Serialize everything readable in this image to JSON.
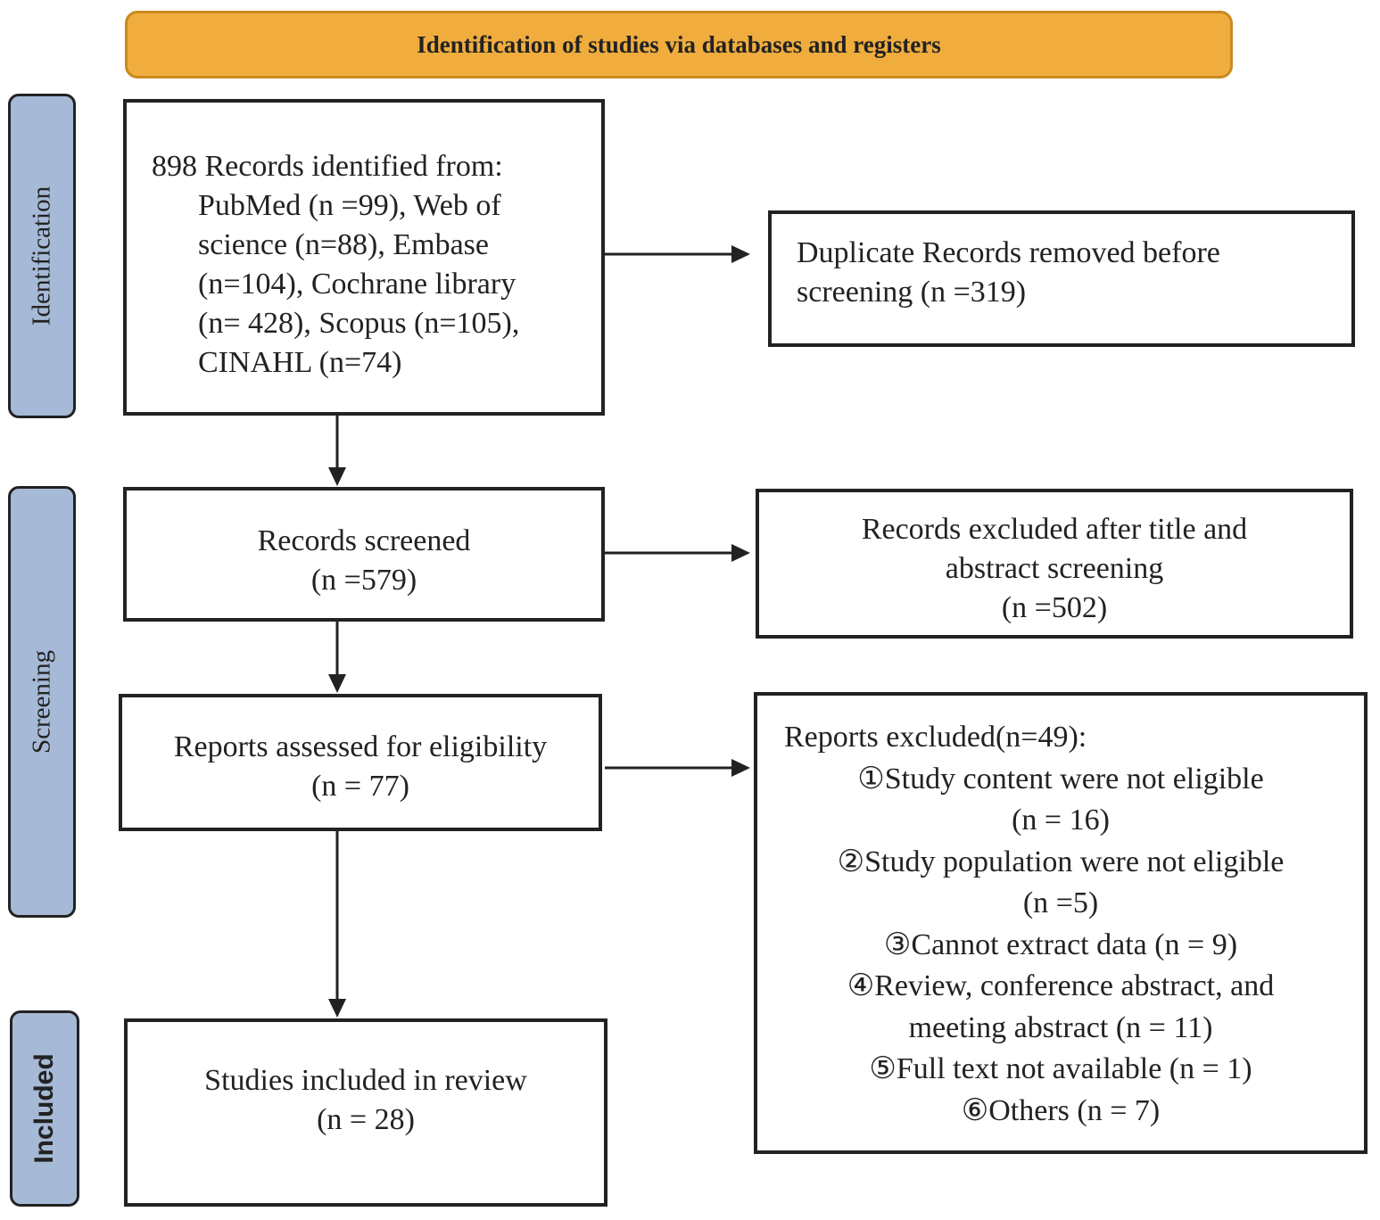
{
  "banner": {
    "title": "Identification of studies via databases and registers"
  },
  "phases": {
    "identification": "Identification",
    "screening": "Screening",
    "included": "Included"
  },
  "records_identified": {
    "heading": "898 Records identified from:",
    "lines": [
      "PubMed (n =99), Web of",
      "science (n=88), Embase",
      "(n=104), Cochrane library",
      "(n= 428), Scopus (n=105),",
      "CINAHL (n=74)"
    ]
  },
  "duplicates_removed": {
    "lines": [
      "Duplicate Records removed before",
      "screening (n =319)"
    ]
  },
  "records_screened": {
    "lines": [
      "Records screened",
      "(n =579)"
    ]
  },
  "records_excluded": {
    "lines": [
      "Records excluded after title and",
      "abstract screening",
      "(n =502)"
    ]
  },
  "reports_assessed": {
    "lines": [
      "Reports assessed for eligibility",
      "(n = 77)"
    ]
  },
  "reports_excluded": {
    "heading": "Reports excluded(n=49):",
    "lines": [
      "①Study content were not eligible",
      "(n = 16)",
      "②Study population were not eligible",
      "(n =5)",
      "③Cannot extract data (n = 9)",
      "④Review, conference abstract, and",
      "meeting abstract (n = 11)",
      "⑤Full text not available (n = 1)",
      "⑥Others (n = 7)"
    ]
  },
  "studies_included": {
    "lines": [
      "Studies included in review",
      "(n = 28)"
    ]
  }
}
